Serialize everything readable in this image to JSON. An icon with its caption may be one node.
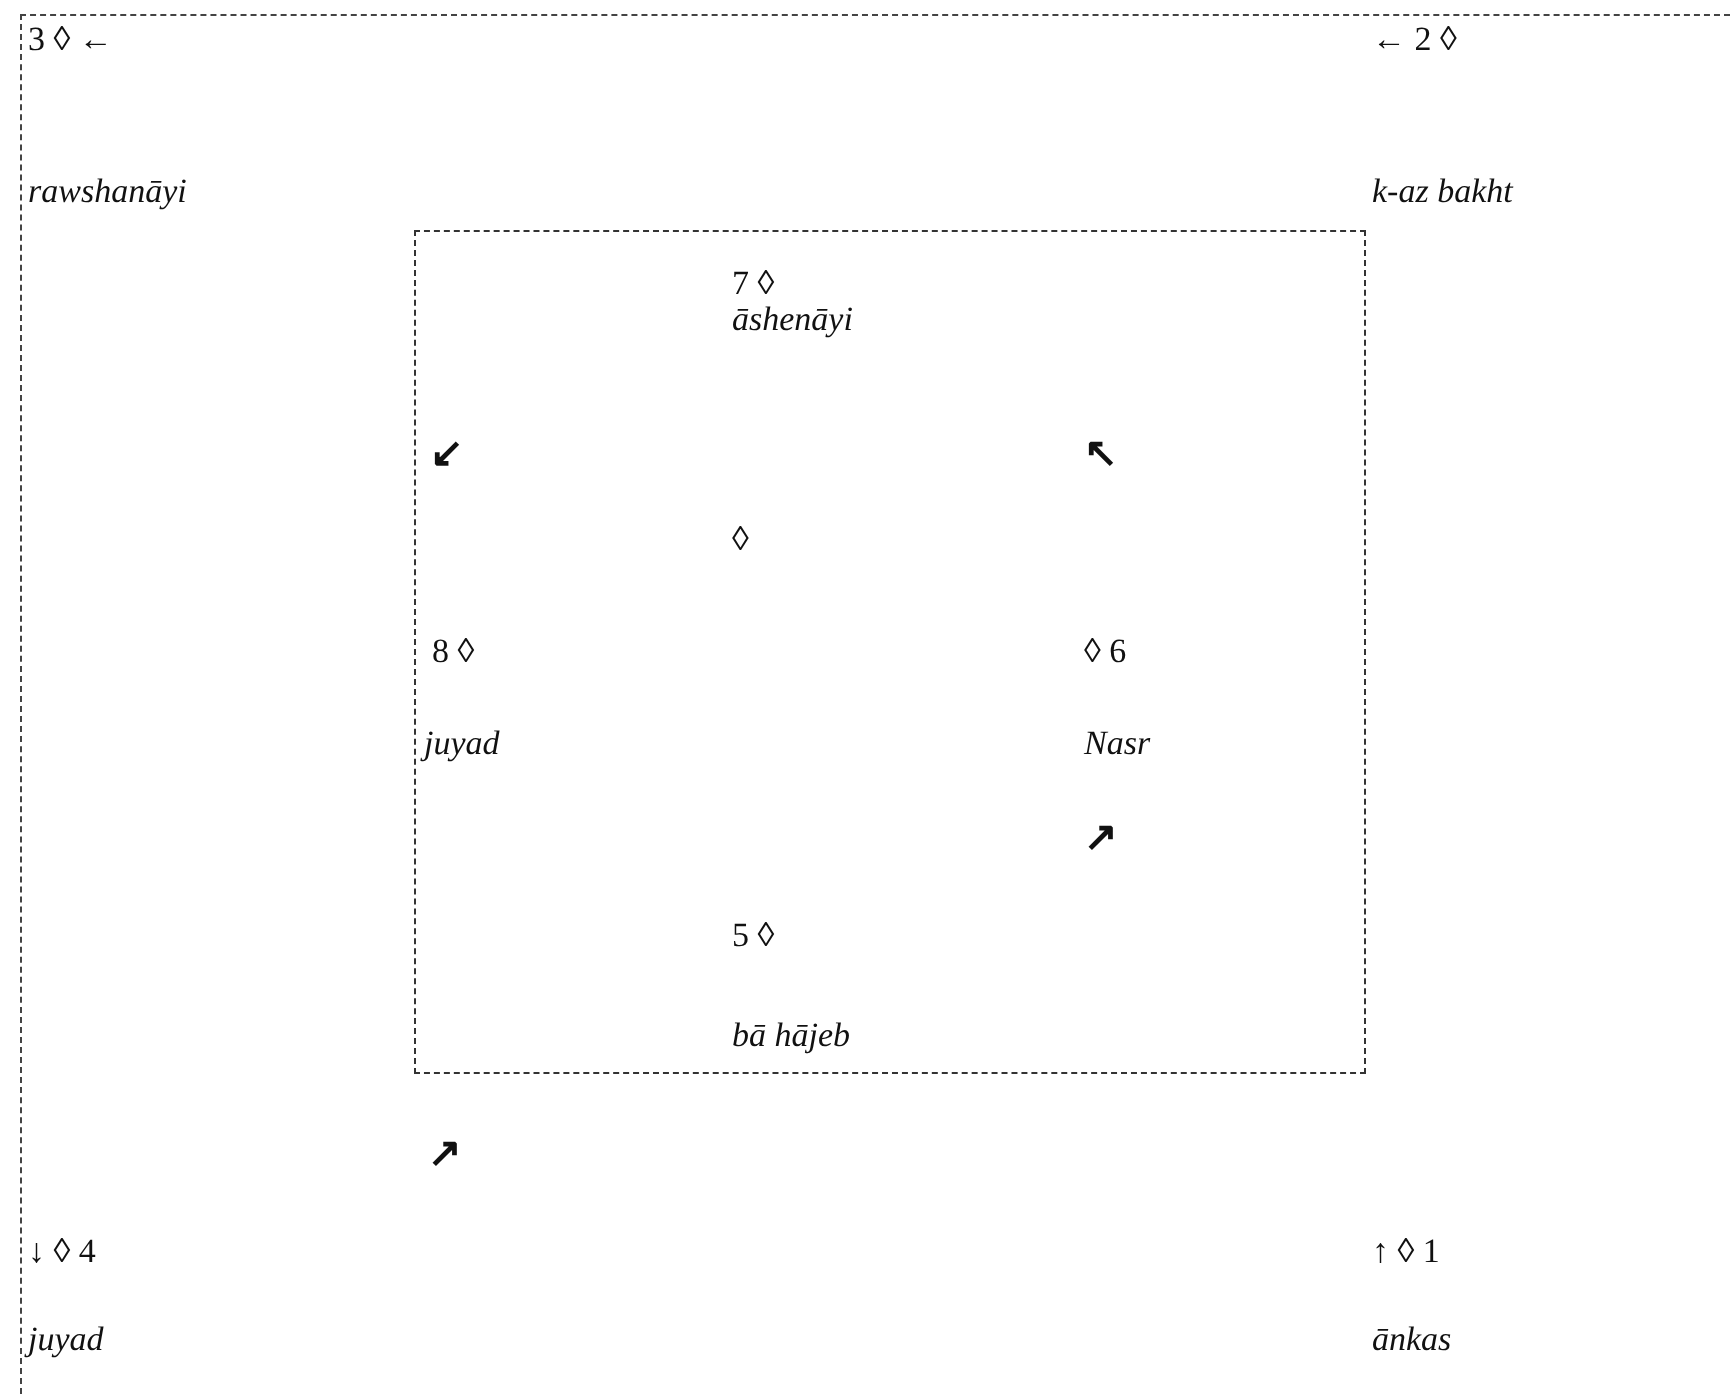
{
  "diagram": {
    "nodes": [
      {
        "text": [],
        "shape": "box"
      },
      {
        "text": [],
        "shape": "box",
        "in": 0
      }
    ],
    "labels": [
      "3 ◊ ←",
      "← 2 ◊",
      "rawshanāyi",
      "k-az bakht",
      "7 ◊",
      "āshenāyi",
      "↙",
      "↖",
      "◊",
      "8 ◊",
      "◊ 6",
      "juyad",
      "Nasr",
      "↗",
      "5 ◊",
      "bā hājeb",
      "↗",
      "↓ ◊ 4",
      "↑ ◊ 1",
      "juyad",
      "ānkas"
    ]
  }
}
